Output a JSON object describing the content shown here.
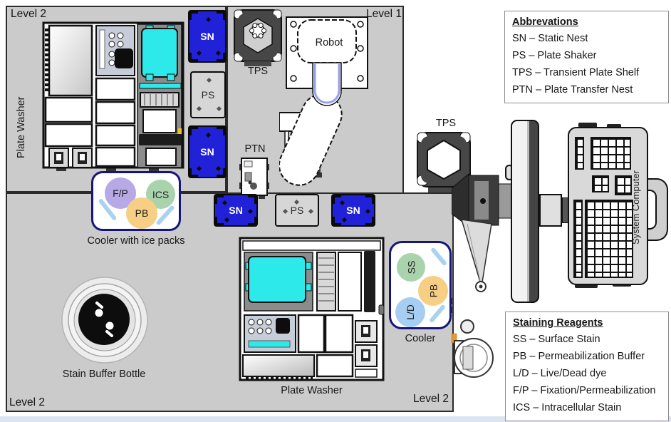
{
  "diagram": {
    "levels": {
      "level1": "Level 1",
      "level2": "Level 2"
    },
    "equipment": {
      "plate_washer": "Plate Washer",
      "robot": "Robot",
      "stain_bottle": "Stain Buffer Bottle",
      "system_computer": "System Computer",
      "cooler_with_ice": "Cooler with ice packs",
      "cooler": "Cooler"
    },
    "nests": {
      "sn": "SN",
      "ps": "PS",
      "tps": "TPS",
      "ptn": "PTN"
    },
    "reagent_chips": {
      "fp": "F/P",
      "ics": "ICS",
      "pb": "PB",
      "ss": "SS",
      "ld": "L/D"
    }
  },
  "legend_abbreviations": {
    "title": "Abbrevations",
    "items": [
      "SN – Static Nest",
      "PS – Plate Shaker",
      "TPS – Transient Plate Shelf",
      "PTN – Plate Transfer Nest"
    ]
  },
  "legend_staining": {
    "title": "Staining Reagents",
    "items": [
      "SS – Surface Stain",
      "PB – Permeabilization Buffer",
      "L/D – Live/Dead dye",
      "F/P – Fixation/Permeabilization",
      "ICS – Intracellular Stain"
    ]
  },
  "colors": {
    "panel-gray": "#cbcbcb",
    "sn-blue": "#2121d8",
    "cyan": "#2de9e9",
    "cooler-navy": "#15157a",
    "fp-purple": "#b7a9e6",
    "ics-green": "#a8d3ad",
    "pb-orange": "#f6cf85",
    "ld-blue": "#a6cdf2",
    "ice-blue": "#a8d2f0"
  }
}
